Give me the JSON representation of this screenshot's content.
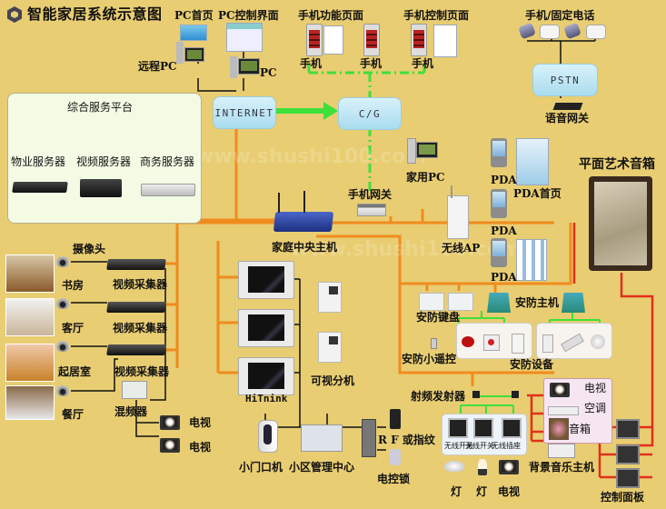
{
  "title": "智能家居系统示意图",
  "watermarks": [
    "www.shushi100.com",
    "www.shushi100.com",
    "shushi100.com"
  ],
  "colors": {
    "background": "#e8cd72",
    "wire_main": "#f08c1e",
    "wire_wireless": "#3ee03a",
    "wire_red": "#e0301c",
    "wire_black": "#111111",
    "cloud": "#bfe6f4",
    "platform": "#f3fbe4"
  },
  "top": {
    "pc_home": "PC首页",
    "pc_control": "PC控制界面",
    "remote_pc": "远程PC",
    "pc": "PC",
    "mobile_function": "手机功能页面",
    "mobile_control": "手机控制页面",
    "mobile_labels": [
      "手机",
      "手机",
      "手机"
    ],
    "mobile_fixed_phone": "手机/固定电话"
  },
  "clouds": {
    "internet": "INTERNET",
    "cg": "C/G",
    "pstn": "PSTN"
  },
  "voice_gateway": "语音网关",
  "mobile_gateway": "手机网关",
  "home_pc": "家用PC",
  "wireless_ap": "无线AP",
  "pda": {
    "labels": [
      "PDA",
      "PDA",
      "PDA"
    ],
    "home": "PDA首页"
  },
  "platform": {
    "title": "综合服务平台",
    "servers": [
      "物业服务器",
      "视频服务器",
      "商务服务器"
    ]
  },
  "central_host": "家庭中央主机",
  "art_speaker": "平面艺术音箱",
  "video": {
    "camera": "摄像头",
    "rooms": [
      "书房",
      "客厅",
      "起居室",
      "餐厅"
    ],
    "collectors": [
      "视频采集器",
      "视频采集器",
      "视频采集器"
    ],
    "mixer": "混频器",
    "tv_labels": [
      "电视",
      "电视"
    ]
  },
  "intercom": {
    "brand": "HiTnink",
    "extension": "可视分机",
    "door_unit": "小门口机",
    "mgmt_center": "小区管理中心",
    "rf": "R F 或指纹",
    "lock": "电控锁"
  },
  "security": {
    "keypad": "安防键盘",
    "host": "安防主机",
    "remote": "安防小遥控",
    "devices": "安防设备"
  },
  "rf_section": {
    "transmitter": "射频发射器",
    "switch_labels": [
      "无线开关",
      "无线开关",
      "无线插座"
    ],
    "endpoints": [
      "灯",
      "灯",
      "电视"
    ],
    "appliances": [
      "电视",
      "空调",
      "音箱"
    ],
    "bg_music": "背景音乐主机",
    "control_panel": "控制面板"
  }
}
